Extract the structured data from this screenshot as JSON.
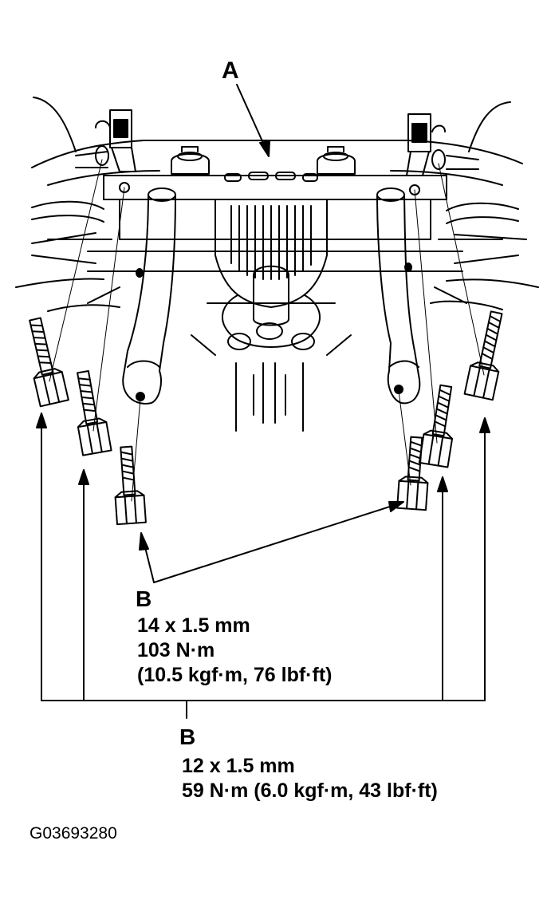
{
  "labels": {
    "callout_a": "A",
    "callout_b_upper": "B",
    "callout_b_lower": "B"
  },
  "specs": {
    "upper": {
      "size": "14 x 1.5 mm",
      "torque": "103 N·m",
      "torque_alt": "(10.5 kgf·m, 76 lbf·ft)"
    },
    "lower": {
      "size": "12 x 1.5 mm",
      "torque": "59 N·m (6.0 kgf·m, 43 lbf·ft)"
    }
  },
  "figure_code": "G03693280",
  "colors": {
    "ink": "#000000",
    "paper": "#ffffff"
  }
}
